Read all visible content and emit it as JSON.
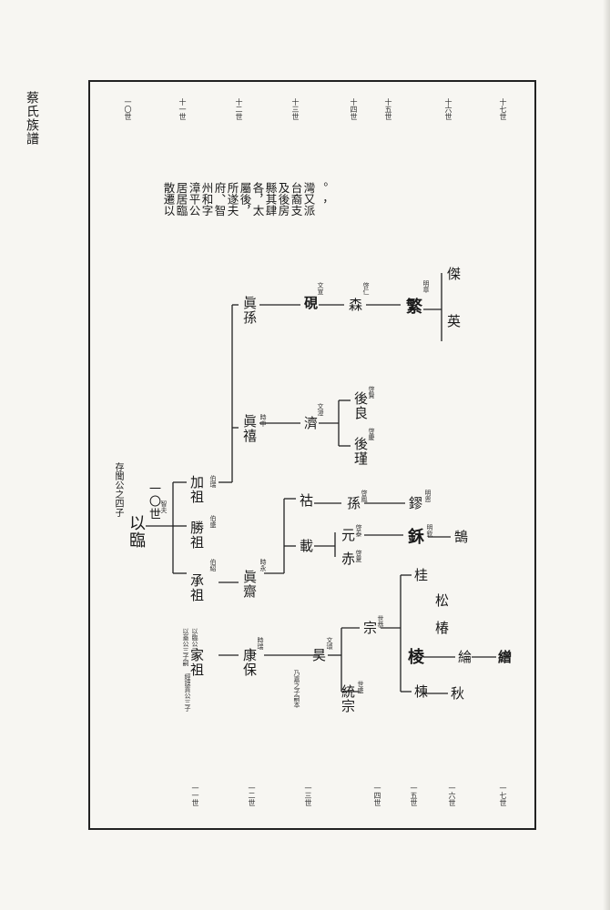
{
  "side_title": "蔡氏族譜",
  "generations_top": [
    "一〇世",
    "十一世",
    "十二世",
    "十三世",
    "十四世",
    "十五世",
    "十六世",
    "十七世"
  ],
  "generations_bottom": [
    "一一世",
    "一二世",
    "一三世",
    "一四世",
    "一五世",
    "一六世",
    "一七世"
  ],
  "description_lines": [
    "散遷以",
    "居居臨",
    "漳平公",
    "州和字",
    "府、智",
    "所遂夫",
    "屬後，",
    "各，太",
    "縣其肆",
    "及後房",
    "台裔支",
    "灣又派",
    "。　，"
  ],
  "people": {
    "root": {
      "name": "以臨",
      "note": "智夫",
      "gen": "一〇世",
      "extra": "存聞公之四子"
    },
    "jia_zu": {
      "name": "加祖",
      "note": "伯瑞"
    },
    "sheng_zu": {
      "name": "勝祖",
      "note": "伯盛"
    },
    "cheng_zu": {
      "name": "承祖",
      "note": "伯紹"
    },
    "zhen_fu": {
      "name": "眞孫"
    },
    "zhen_xi": {
      "name": "眞禧",
      "note": "時中"
    },
    "zhen_xiu": {
      "name": "眞齋",
      "note": "時永"
    },
    "yan": {
      "name": "硯",
      "note": "文宣"
    },
    "ji": {
      "name": "濟",
      "note": "文澄"
    },
    "hu": {
      "name": "祜"
    },
    "zai": {
      "name": "載"
    },
    "sen": {
      "name": "森",
      "note": "啓仁"
    },
    "hou_liang": {
      "name": "後良",
      "note": "啓賢"
    },
    "hou_jin": {
      "name": "後瑾",
      "note": "啓慶"
    },
    "sun": {
      "name": "孫",
      "note": "啓鳳"
    },
    "yuan": {
      "name": "元",
      "note": "啓泰"
    },
    "chi": {
      "name": "赤",
      "note": "啓夏"
    },
    "fan": {
      "name": "繁",
      "note": "明章"
    },
    "jie": {
      "name": "傑"
    },
    "ying": {
      "name": "英"
    },
    "hui": {
      "name": "鏐",
      "note": "明恩"
    },
    "cong": {
      "name": "鉌",
      "note": "明欽"
    },
    "hu2": {
      "name": "鵠"
    },
    "jiazu2": {
      "name": "家祖",
      "note": "以臨公三子",
      "extra": "以蓋公三子嗣"
    },
    "kang_bao": {
      "name": "康保",
      "note": "時瑞"
    },
    "hao": {
      "name": "昊",
      "note": "文頌",
      "extra": "乃嘉之子嗣本"
    },
    "zong": {
      "name": "宗",
      "note": "世恭"
    },
    "tong_zong": {
      "name": "統宗",
      "note": "世盛"
    },
    "gui": {
      "name": "桂"
    },
    "song": {
      "name": "松"
    },
    "chun": {
      "name": "椿"
    },
    "ling": {
      "name": "棱"
    },
    "lun": {
      "name": "綸"
    },
    "qiu": {
      "name": "秋"
    },
    "dong": {
      "name": "棟"
    },
    "zeng": {
      "name": "繒"
    },
    "left_note": {
      "name": "",
      "note": "經謨貢公三子"
    }
  }
}
